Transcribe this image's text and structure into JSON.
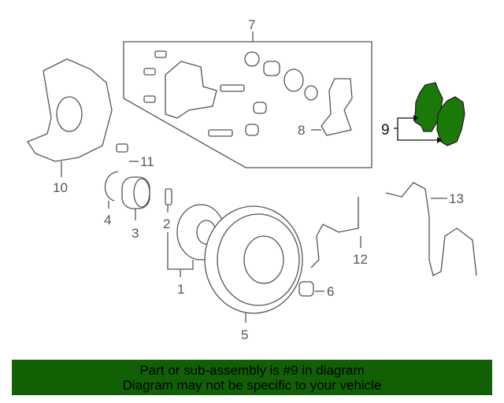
{
  "diagram": {
    "labels": {
      "p1": "1",
      "p2": "2",
      "p3": "3",
      "p4": "4",
      "p5": "5",
      "p6": "6",
      "p7": "7",
      "p8": "8",
      "p9": "9",
      "p10": "10",
      "p11": "11",
      "p12": "12",
      "p13": "13"
    },
    "highlight_color": "#1a7a08"
  },
  "banner": {
    "line1": "Part or sub-assembly is #9 in diagram",
    "line2": "Diagram may not be specific to your vehicle",
    "background": "#116004"
  }
}
